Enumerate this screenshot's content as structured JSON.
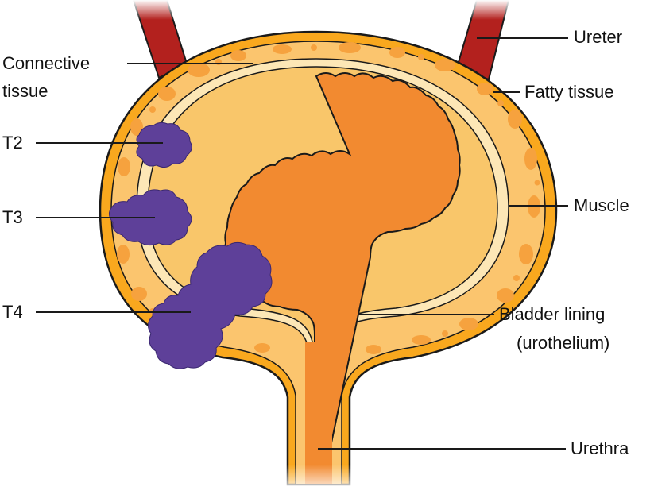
{
  "labels": {
    "ureter": "Ureter",
    "connective_tissue": "Connective",
    "connective_tissue_2": "tissue",
    "fatty_tissue": "Fatty tissue",
    "t2": "T2",
    "t3": "T3",
    "t4": "T4",
    "muscle": "Muscle",
    "bladder_lining": "Bladder lining",
    "bladder_lining_2": "(urothelium)",
    "urethra": "Urethra"
  },
  "colors": {
    "lumen": "#F28A30",
    "muscle_wall": "#FBC56E",
    "muscle_spots": "#F6A23E",
    "outer_rim": "#F9A81E",
    "connective_band": "#FDE7B6",
    "outline": "#1A1A1A",
    "ureter": "#B3211E",
    "tumor": "#5E4099"
  }
}
